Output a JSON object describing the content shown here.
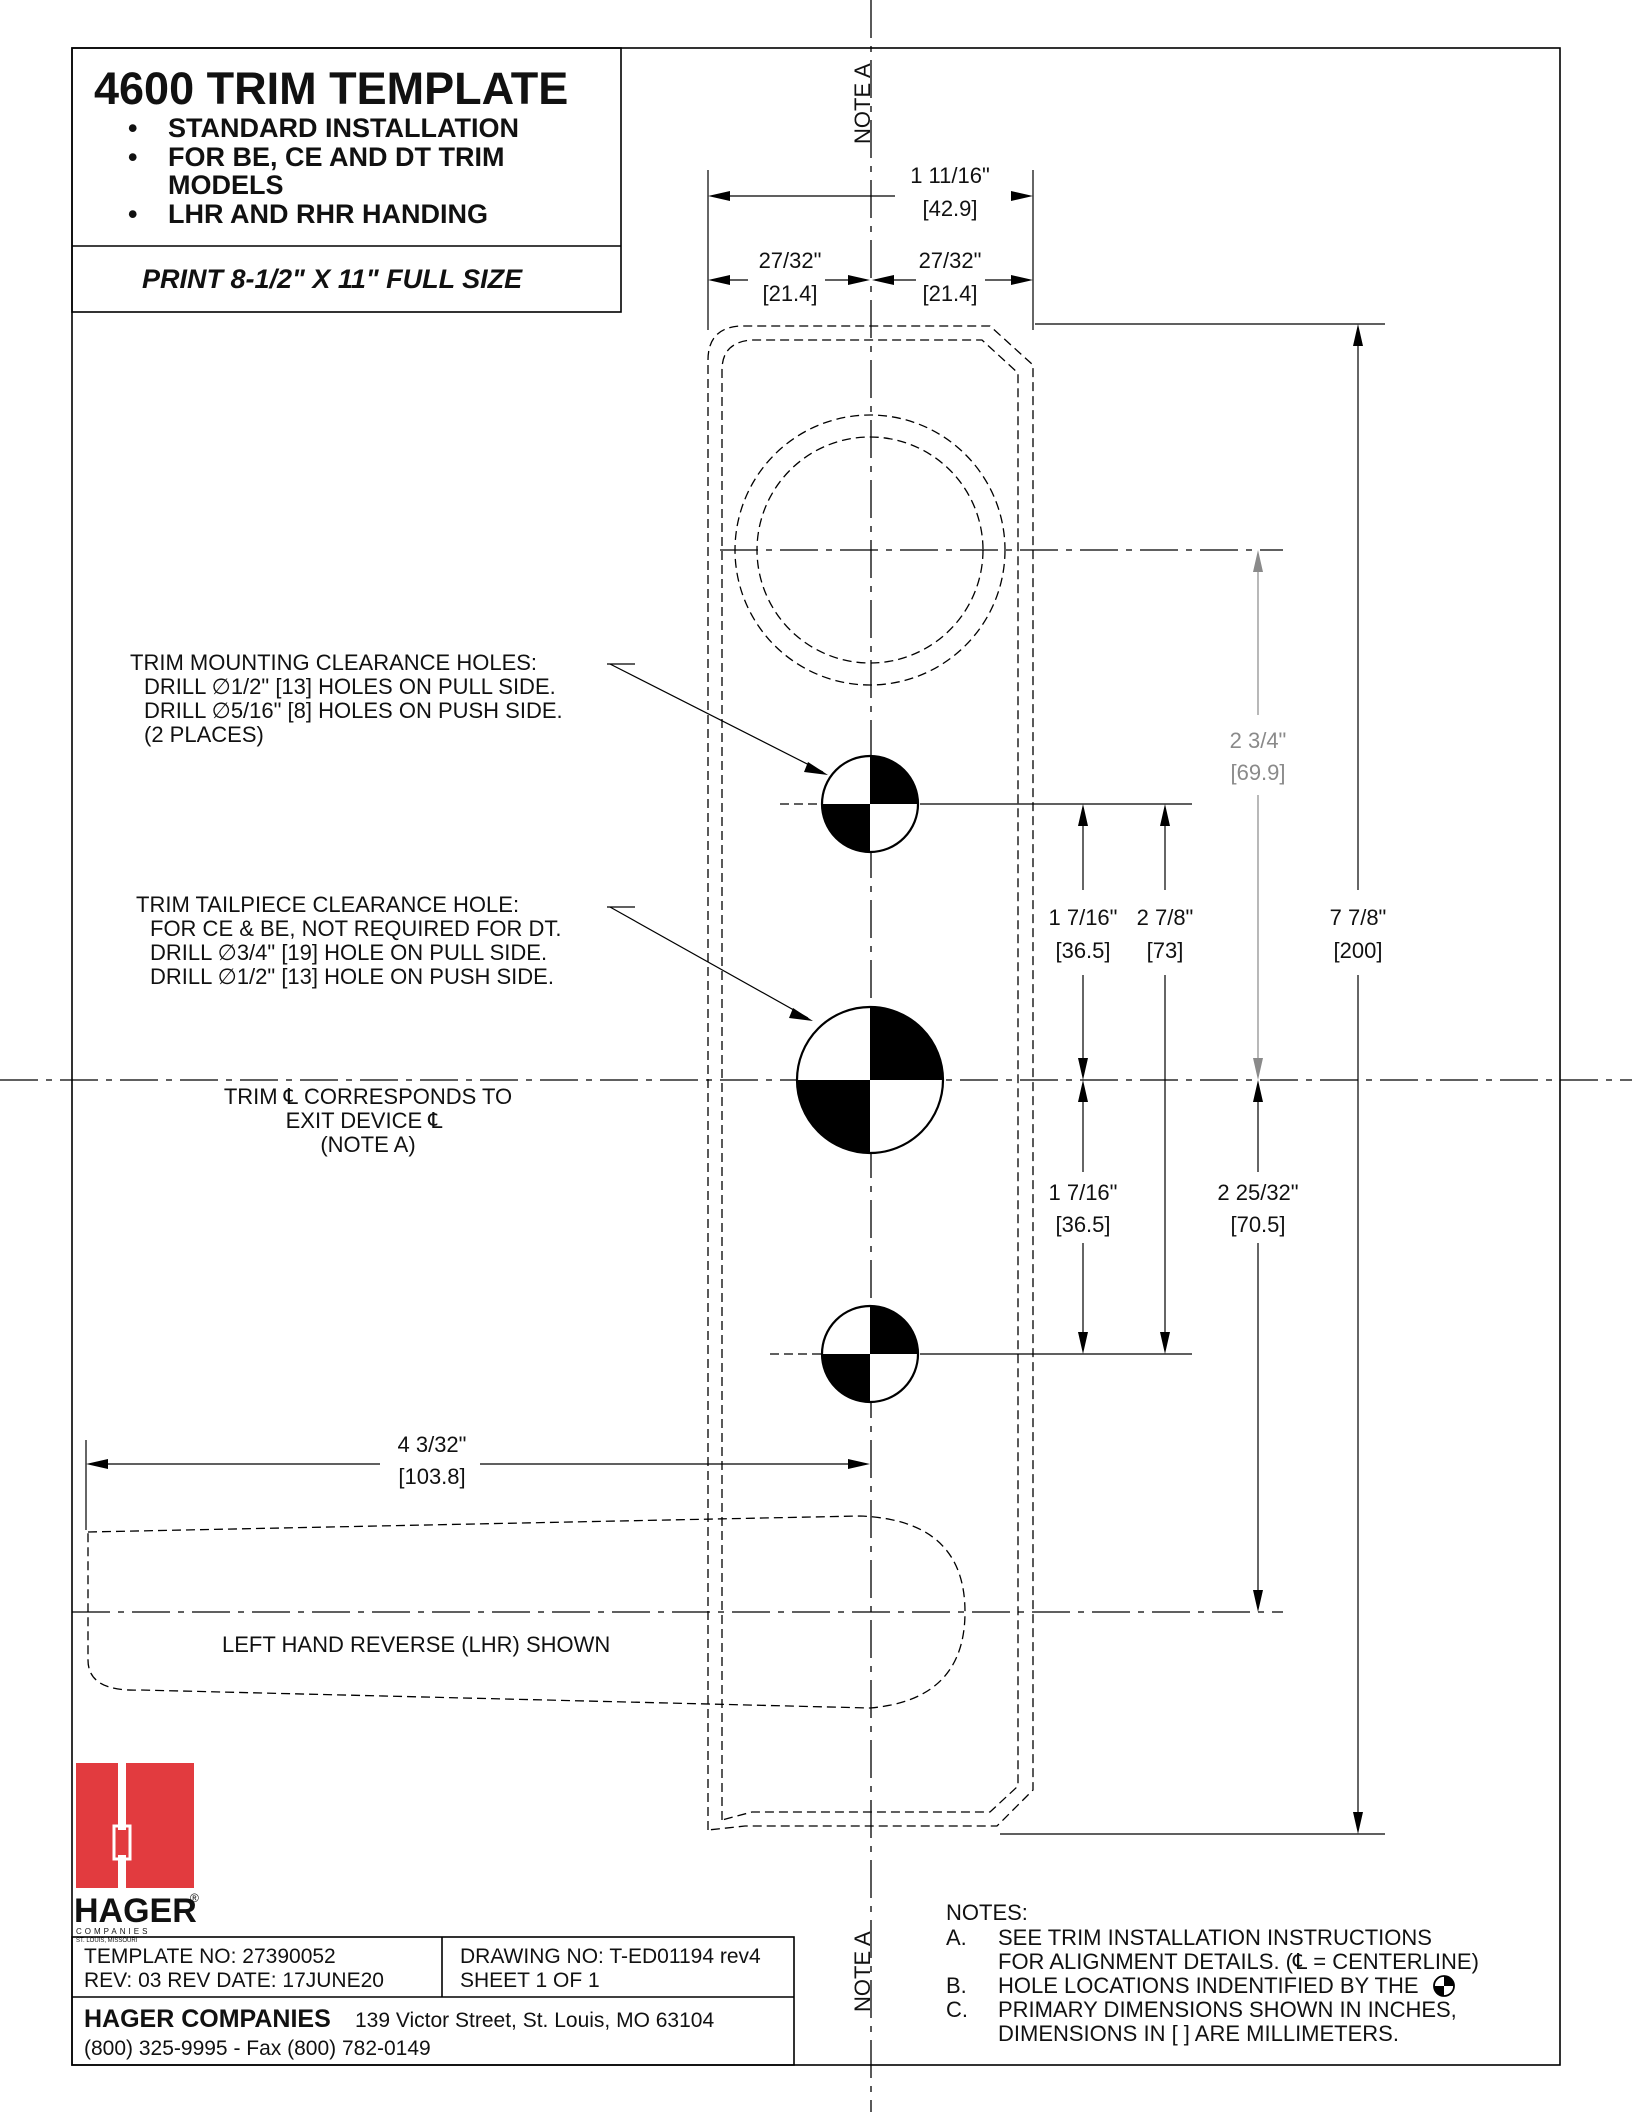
{
  "header": {
    "title": "4600 TRIM TEMPLATE",
    "bullets": [
      {
        "lines": [
          "STANDARD INSTALLATION"
        ]
      },
      {
        "lines": [
          "FOR BE, CE AND DT TRIM",
          "MODELS"
        ]
      },
      {
        "lines": [
          "LHR AND RHR HANDING"
        ]
      }
    ],
    "print_note": "PRINT 8-1/2\" X 11\" FULL SIZE"
  },
  "note_a_label": "NOTE A",
  "callouts": {
    "mounting_holes": [
      "TRIM MOUNTING CLEARANCE HOLES:",
      "DRILL ∅1/2\" [13] HOLES  ON PULL SIDE.",
      "DRILL ∅5/16\" [8] HOLES ON PUSH SIDE.",
      "(2 PLACES)"
    ],
    "tailpiece_hole": [
      "TRIM TAILPIECE CLEARANCE HOLE:",
      "FOR CE & BE, NOT REQUIRED FOR DT.",
      "DRILL ∅3/4\" [19] HOLE ON PULL SIDE.",
      "DRILL ∅1/2\" [13] HOLE ON PUSH SIDE."
    ],
    "centerline": [
      "TRIM ℄  CORRESPONDS TO",
      "EXIT DEVICE ℄",
      "(NOTE A)"
    ],
    "handing": "LEFT HAND REVERSE (LHR) SHOWN"
  },
  "dimensions": {
    "overall_width": {
      "inch": "1 11/16\"",
      "mm": "[42.9]"
    },
    "half_width_left": {
      "inch": "27/32\"",
      "mm": "[21.4]"
    },
    "half_width_right": {
      "inch": "27/32\"",
      "mm": "[21.4]"
    },
    "cyl_to_center": {
      "inch": "2 3/4\"",
      "mm": "[69.9]"
    },
    "top_hole_to_center": {
      "inch": "1 7/16\"",
      "mm": "[36.5]"
    },
    "hole_spacing": {
      "inch": "2 7/8\"",
      "mm": "[73]"
    },
    "overall_height": {
      "inch": "7 7/8\"",
      "mm": "[200]"
    },
    "center_to_bottom_hole": {
      "inch": "1 7/16\"",
      "mm": "[36.5]"
    },
    "center_to_lever": {
      "inch": "2 25/32\"",
      "mm": "[70.5]"
    },
    "lever_length": {
      "inch": "4 3/32\"",
      "mm": "[103.8]"
    }
  },
  "notes": {
    "heading": "NOTES:",
    "items": [
      {
        "letter": "A.",
        "lines": [
          "SEE TRIM INSTALLATION INSTRUCTIONS",
          "FOR ALIGNMENT DETAILS.  (℄ = CENTERLINE)"
        ]
      },
      {
        "letter": "B.",
        "lines": [
          "HOLE LOCATIONS INDENTIFIED BY THE"
        ]
      },
      {
        "letter": "C.",
        "lines": [
          "PRIMARY DIMENSIONS SHOWN IN  INCHES,",
          "DIMENSIONS IN [ ] ARE MILLIMETERS."
        ]
      }
    ]
  },
  "logo": {
    "name": "HAGER",
    "registered": "®",
    "sub1": "COMPANIES",
    "sub2": "ST. LOUIS, MISSOURI",
    "color": "#e23b3f"
  },
  "title_block": {
    "template_no": "TEMPLATE NO:  27390052",
    "rev": "REV: 03  REV DATE: 17JUNE20",
    "drawing_no": "DRAWING NO:  T-ED01194 rev4",
    "sheet": "SHEET 1 OF 1",
    "company": "HAGER COMPANIES",
    "address": "139 Victor Street, St. Louis, MO 63104",
    "phone": "(800) 325-9995 - Fax (800) 782-0149"
  }
}
